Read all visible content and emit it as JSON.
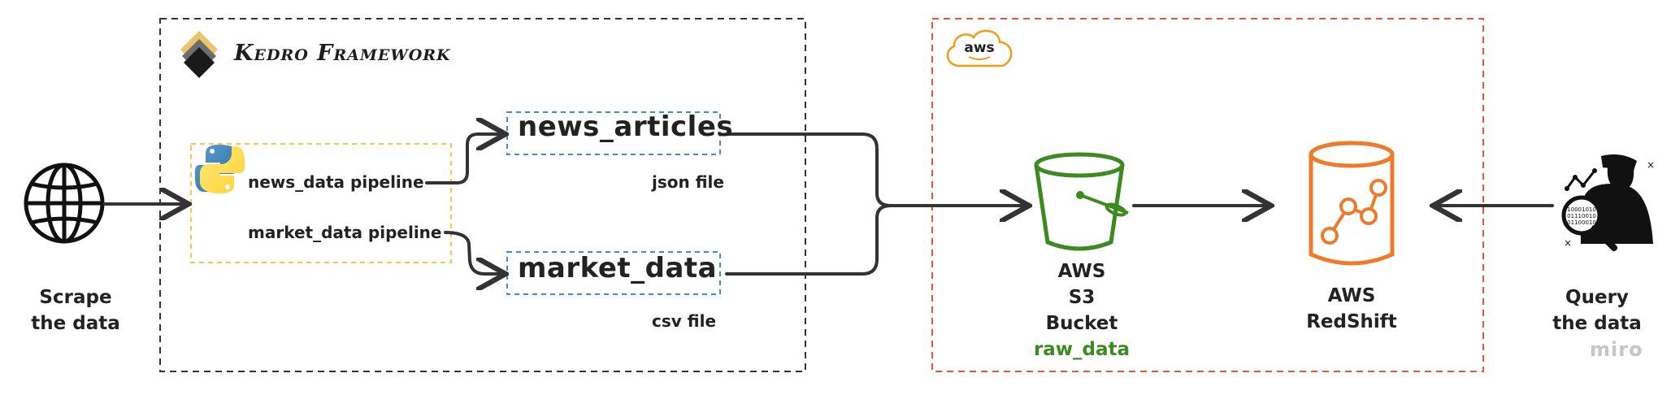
{
  "frames": {
    "kedro_title": "Kedro Framework"
  },
  "nodes": {
    "scrape_line1": "Scrape",
    "scrape_line2": "the data",
    "pipeline_news": "news_data pipeline",
    "pipeline_market": "market_data pipeline",
    "news_articles": "news_articles",
    "news_articles_type": "json file",
    "market_data": "market_data",
    "market_data_type": "csv file",
    "s3_line1": "AWS",
    "s3_line2": "S3",
    "s3_line3": "Bucket",
    "s3_bucket_name": "raw_data",
    "redshift_line1": "AWS",
    "redshift_line2": "RedShift",
    "query_line1": "Query",
    "query_line2": "the data"
  },
  "logos": {
    "aws": "aws",
    "watermark": "miro"
  },
  "colors": {
    "frame_kedro": "#333333",
    "frame_aws": "#e8553a",
    "pipeline_border": "#f2c94c",
    "dataset_border": "#3b8fd4",
    "s3_green": "#3c8a20",
    "redshift_orange": "#f07a2c",
    "aws_orange": "#f39c12",
    "arrow": "#333333"
  },
  "icons": [
    "globe-icon",
    "kedro-logo-icon",
    "python-logo-icon",
    "aws-cloud-icon",
    "s3-bucket-icon",
    "redshift-icon",
    "analyst-icon"
  ]
}
